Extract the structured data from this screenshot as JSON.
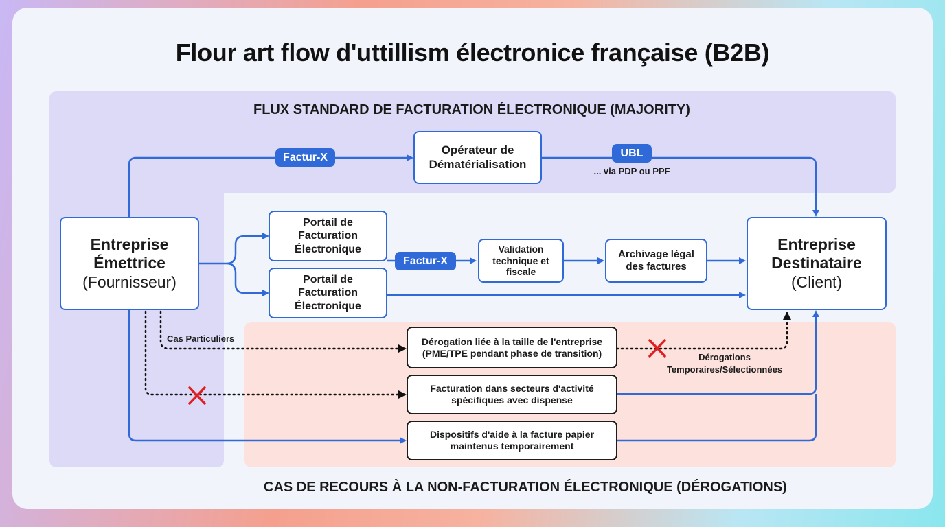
{
  "title": "Flour art flow d'uttillism électronice française (B2B)",
  "sections": {
    "standard": "FLUX STANDARD DE FACTURATION ÉLECTRONIQUE (MAJORITY)",
    "exceptions": "CAS DE RECOURS À LA NON-FACTURATION ÉLECTRONIQUE (DÉROGATIONS)"
  },
  "nodes": {
    "emitter": {
      "line1": "Entreprise",
      "line2": "Émettrice",
      "line3": "(Fournisseur)"
    },
    "recipient": {
      "line1": "Entreprise",
      "line2": "Destinataire",
      "line3": "(Client)"
    },
    "operator": {
      "line1": "Opérateur de",
      "line2": "Dématérialisation"
    },
    "portal1": {
      "line1": "Portail de",
      "line2": "Facturation",
      "line3": "Électronique"
    },
    "portal2": {
      "line1": "Portail de",
      "line2": "Facturation",
      "line3": "Électronique"
    },
    "validation": {
      "line1": "Validation",
      "line2": "technique et",
      "line3": "fiscale"
    },
    "archive": {
      "line1": "Archivage légal",
      "line2": "des factures"
    },
    "derog_size": {
      "line1": "Dérogation liée à la taille de l'entreprise",
      "line2": "(PME/TPE pendant phase de transition)"
    },
    "derog_sector": {
      "line1": "Facturation dans secteurs d'activité",
      "line2": "spécifiques avec dispense"
    },
    "derog_paper": {
      "line1": "Dispositifs d'aide à la facture papier",
      "line2": "maintenus temporairement"
    }
  },
  "tags": {
    "facturx_top": "Factur-X",
    "ubl": "UBL",
    "facturx_mid": "Factur-X"
  },
  "notes": {
    "via": "... via PDP ou PPF",
    "cas": "Cas Particuliers",
    "derog_line1": "Dérogations",
    "derog_line2": "Temporaires/Sélectionnées"
  },
  "colors": {
    "blue": "#2f6ad8",
    "purple_zone": "#dcdaf7",
    "pink_zone": "#fde1dc",
    "cross": "#e02020"
  }
}
